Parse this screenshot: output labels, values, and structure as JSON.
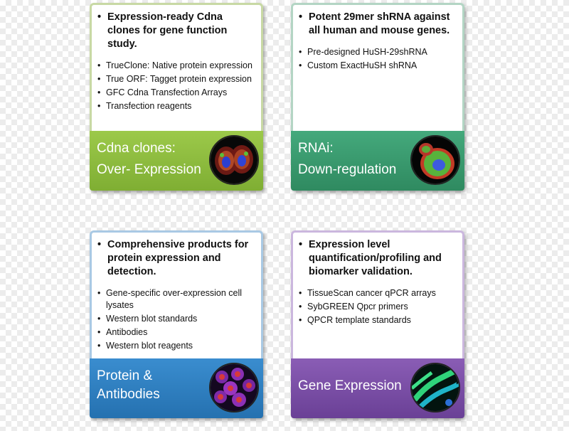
{
  "cards": [
    {
      "headline": "Expression-ready Cdna clones for gene function study.",
      "bullets": [
        "TrueClone: Native protein expression",
        "True ORF:  Tagget protein expression",
        "GFC Cdna Transfection Arrays",
        "Transfection reagents"
      ],
      "band_line1": "Cdna clones:",
      "band_line2": "Over- Expression",
      "band_color": "#8dbb3f",
      "border_color": "#c8d9a4"
    },
    {
      "headline": "Potent 29mer shRNA against all human and mouse genes.",
      "bullets": [
        "Pre-designed HuSH-29shRNA",
        "Custom ExactHuSH shRNA"
      ],
      "band_line1": "RNAi:",
      "band_line2": "Down-regulation",
      "band_color": "#3a9a6f",
      "border_color": "#b3d5c4"
    },
    {
      "headline": "Comprehensive products for protein expression and detection.",
      "bullets": [
        "Gene-specific over-expression cell lysates",
        "Western blot standards",
        "Antibodies",
        "Western blot reagents"
      ],
      "band_line1": "Protein &",
      "band_line2": "Antibodies",
      "band_color": "#2f7fbf",
      "border_color": "#a9c9e4"
    },
    {
      "headline": "Expression level quantification/profiling and biomarker validation.",
      "bullets": [
        "TissueScan cancer qPCR arrays",
        "SybGREEN Qpcr primers",
        "QPCR template standards"
      ],
      "band_line1": "Gene Expression",
      "band_line2": "",
      "band_color": "#7a4fa5",
      "border_color": "#cbb7de"
    }
  ]
}
